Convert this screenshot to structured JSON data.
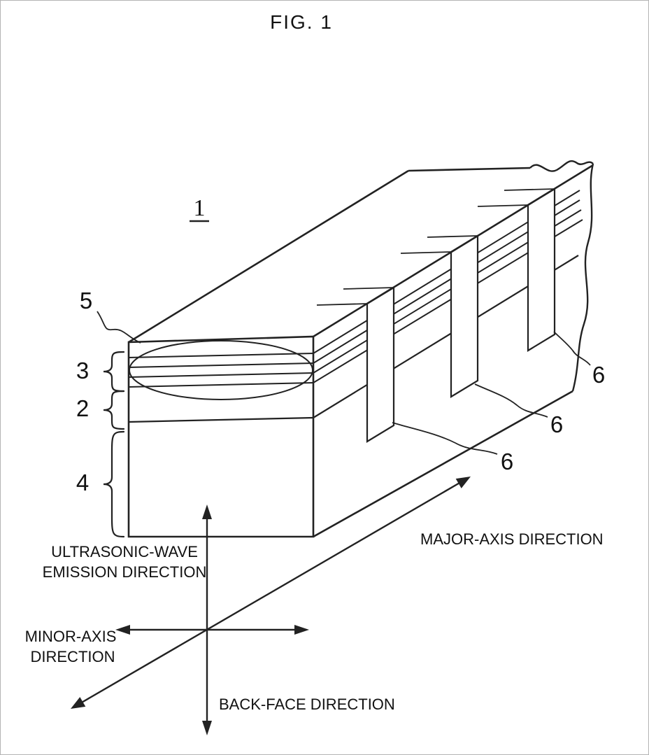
{
  "figure": {
    "title": "FIG. 1",
    "device_label": "1",
    "parts": {
      "lens": "5",
      "matching": "3",
      "piezo": "2",
      "backing": "4",
      "groove_near": "6",
      "groove_middle": "6",
      "groove_far": "6"
    },
    "directions": {
      "emission_1": "ULTRASONIC-WAVE",
      "emission_2": "EMISSION DIRECTION",
      "major": "MAJOR-AXIS DIRECTION",
      "minor_1": "MINOR-AXIS",
      "minor_2": "DIRECTION",
      "back": "BACK-FACE DIRECTION"
    }
  }
}
